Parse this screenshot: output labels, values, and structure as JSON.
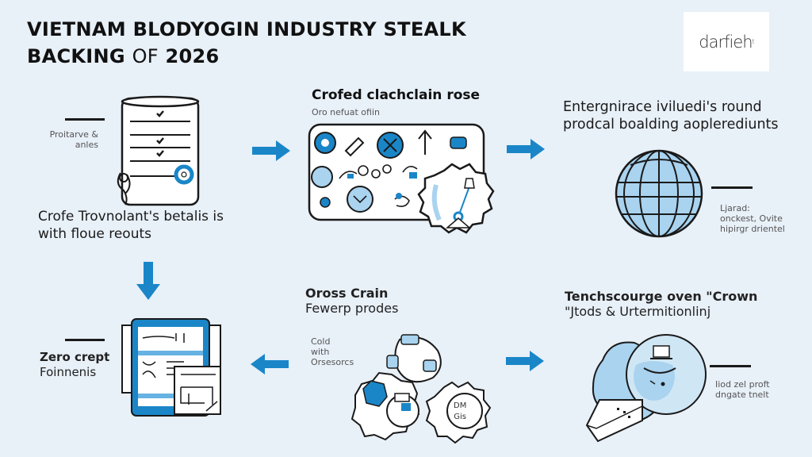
{
  "header": {
    "title_line1": "VIETNAM BLODYOGIN INDUSTRY STEALK",
    "title_line2_bold": "BACKING",
    "title_line2_light": "OF",
    "title_line2_year": "2026",
    "logo_text": "darfieh",
    "logo_superscript": "t"
  },
  "colors": {
    "background": "#e8f0f8",
    "accent_blue": "#1a86c8",
    "light_blue": "#a9d3ef",
    "ink": "#1a1a1a"
  },
  "steps": {
    "step1": {
      "side_label_line1": "Proitarve &",
      "side_label_line2": "anles",
      "caption_line1": "Crofe Trovnolant's betalis is",
      "caption_line2": "with floue reouts",
      "icon": "checklist-scroll-icon"
    },
    "step2": {
      "heading": "Crofed clachclain rose",
      "subheading": "Oro nefuat ofiin",
      "icon": "blockchain-icon-grid-with-gear"
    },
    "step3": {
      "heading_line1": "Entergnirace iviluedi's round",
      "heading_line2": "prodcal boalding aoplerediunts",
      "side_label_line1": "Ljarad:",
      "side_label_line2": "onckest, Ovite",
      "side_label_line3": "hipirgr drientel",
      "icon": "globe-icon"
    },
    "step4": {
      "heading": "Zero crept",
      "subheading": "Foinnenis",
      "icon": "tablet-documents-icon"
    },
    "step5": {
      "heading": "Oross Crain",
      "subheading": "Fewerp prodes",
      "side_label_line1": "Cold",
      "side_label_line2": "with",
      "side_label_line3": "Orsesorcs",
      "gear_label_line1": "DM",
      "gear_label_line2": "Gis",
      "icon": "cross-chain-gears-icon"
    },
    "step6": {
      "heading": "Tenchscourge oven \"Crown",
      "subheading": "\"Jtods & Urtermitionlinj",
      "side_label_line1": "Iiod zel proft",
      "side_label_line2": "dngate tnelt",
      "icon": "globe-character-icon"
    }
  },
  "arrows": [
    {
      "name": "arrow-step1-to-step2",
      "direction": "right"
    },
    {
      "name": "arrow-step2-to-step3",
      "direction": "right"
    },
    {
      "name": "arrow-step1-to-step4",
      "direction": "down"
    },
    {
      "name": "arrow-step5-to-step4",
      "direction": "left"
    },
    {
      "name": "arrow-step5-to-step6",
      "direction": "right"
    }
  ]
}
